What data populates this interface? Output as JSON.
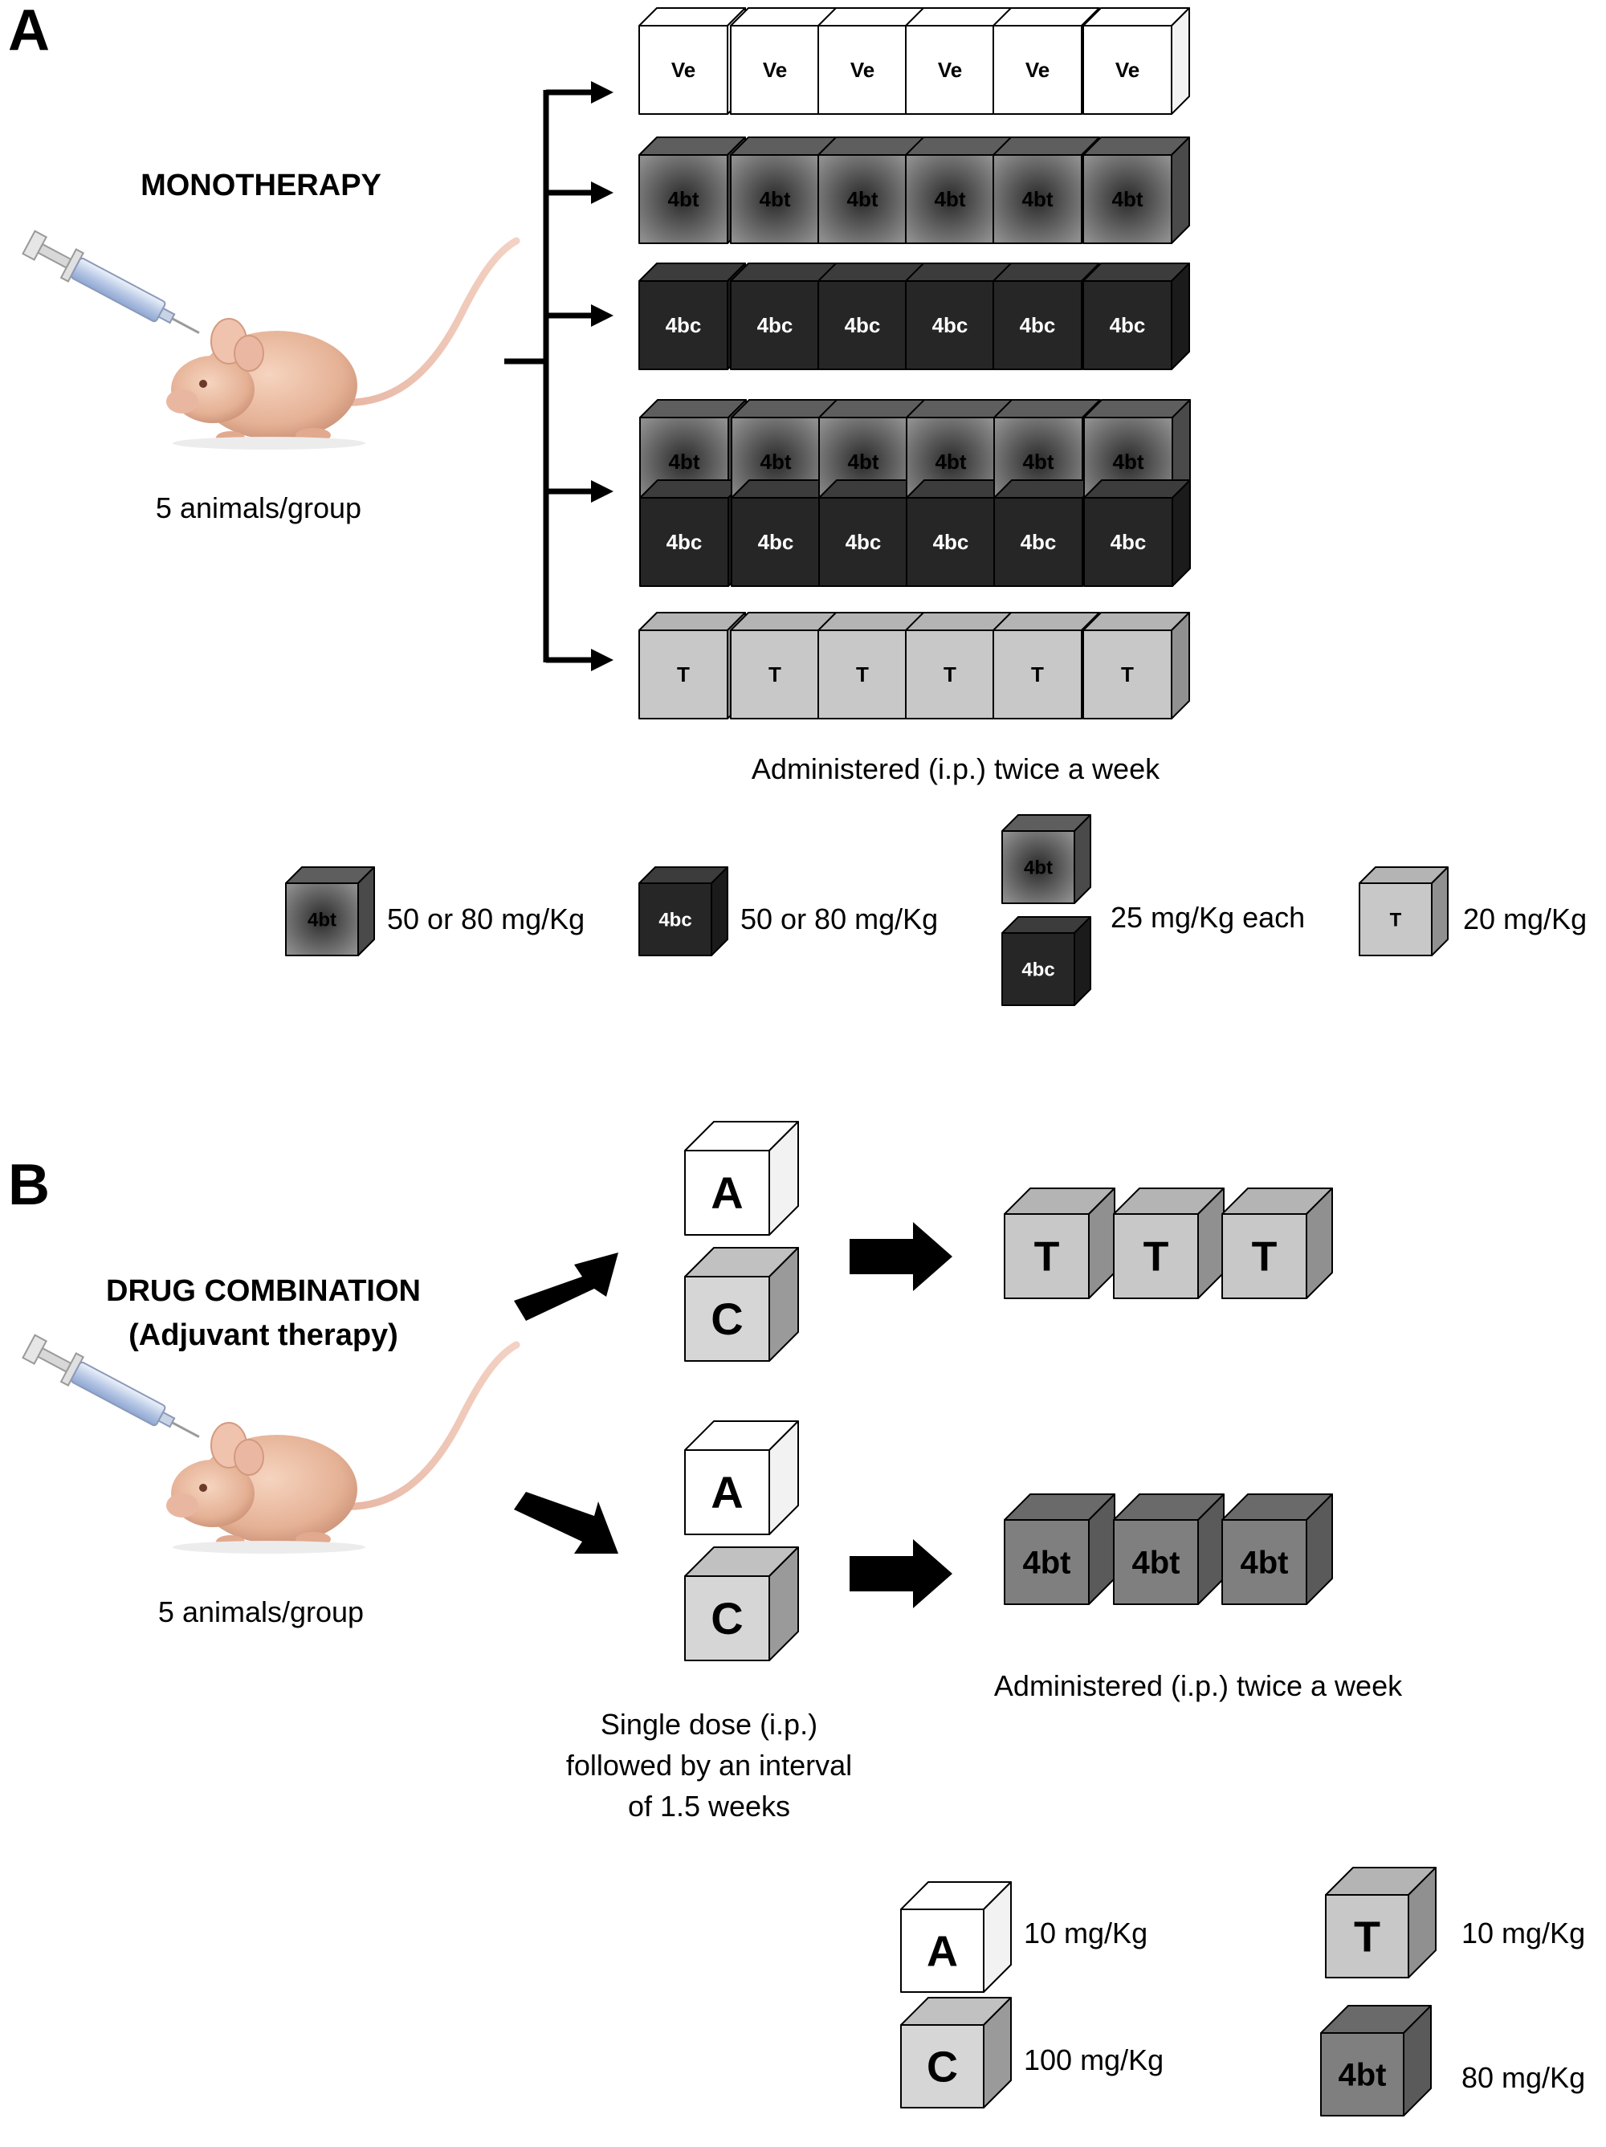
{
  "panel_a": {
    "letter": "A",
    "title": "MONOTHERAPY",
    "animals": "5 animals/group",
    "admin_note": "Administered (i.p.) twice a week",
    "groups": [
      {
        "label": "Ve",
        "count": 6
      },
      {
        "label": "4bt",
        "count": 6
      },
      {
        "label": "4bc",
        "count": 6
      },
      {
        "label": "4bt",
        "label2": "4bc",
        "count": 6
      },
      {
        "label": "T",
        "count": 6
      }
    ],
    "legend": [
      {
        "label": "4bt",
        "dose": "50 or 80 mg/Kg"
      },
      {
        "label": "4bc",
        "dose": "50 or 80 mg/Kg"
      },
      {
        "label": "4bt",
        "label2": "4bc",
        "dose": "25 mg/Kg each"
      },
      {
        "label": "T",
        "dose": "20 mg/Kg"
      }
    ]
  },
  "panel_b": {
    "letter": "B",
    "title_line1": "DRUG COMBINATION",
    "title_line2": "(Adjuvant therapy)",
    "animals": "5 animals/group",
    "single_dose": [
      "Single dose (i.p.)",
      "followed by an interval",
      "of 1.5 weeks"
    ],
    "admin_note": "Administered (i.p.) twice a week",
    "row1": {
      "pre_top": "A",
      "pre_bottom": "C",
      "treatment": [
        "T",
        "T",
        "T"
      ]
    },
    "row2": {
      "pre_top": "A",
      "pre_bottom": "C",
      "treatment": [
        "4bt",
        "4bt",
        "4bt"
      ]
    },
    "legend": [
      {
        "label": "A",
        "dose": "10 mg/Kg"
      },
      {
        "label": "C",
        "dose": "100 mg/Kg"
      },
      {
        "label": "T",
        "dose": "10 mg/Kg"
      },
      {
        "label": "4bt",
        "dose": "80 mg/Kg"
      }
    ]
  },
  "colors": {
    "ve": "#ffffff",
    "t": "#c8c8c8",
    "c": "#d6d6d6",
    "bt_center": "#262626",
    "bt_edge": "#8c8c8c",
    "bc": "#262626",
    "bt_large": "#7f7f7f"
  }
}
